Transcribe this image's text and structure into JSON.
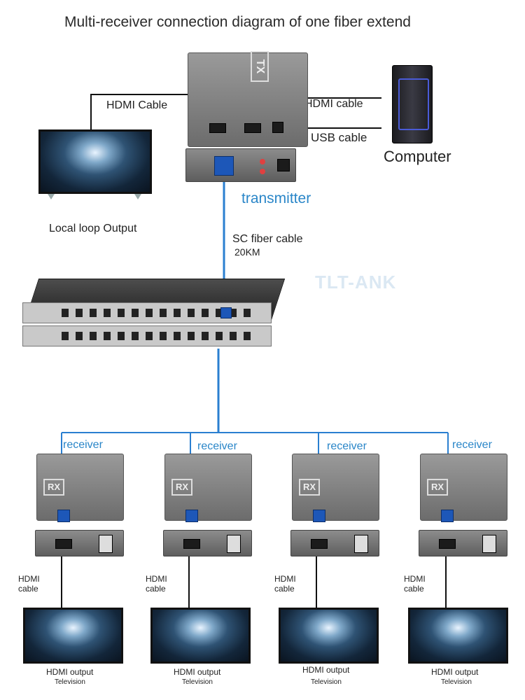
{
  "title": "Multi-receiver connection diagram of one fiber extend",
  "watermark": "TLT-ANK",
  "top": {
    "hdmi_cable_left": "HDMI Cable",
    "hdmi_cable_right": "HDMI cable",
    "usb_cable": "USB cable",
    "computer": "Computer",
    "transmitter": "transmitter",
    "local_loop": "Local loop Output",
    "fiber_cable": "SC fiber cable",
    "fiber_distance": "20KM",
    "tx_badge": "TX"
  },
  "receivers": [
    {
      "label": "receiver",
      "badge": "RX",
      "cable": "HDMI\ncable",
      "tv1": "HDMI output",
      "tv2": "Television"
    },
    {
      "label": "receiver",
      "badge": "RX",
      "cable": "HDMI\ncable",
      "tv1": "HDMI output",
      "tv2": "Television"
    },
    {
      "label": "receiver",
      "badge": "RX",
      "cable": "HDMI\ncable",
      "tv1": "HDMI output",
      "tv2": "Television"
    },
    {
      "label": "receiver",
      "badge": "RX",
      "cable": "HDMI\ncable",
      "tv1": "HDMI output",
      "tv2": "Television"
    }
  ],
  "colors": {
    "fiber": "#2a7fd0",
    "label_blue": "#2a86c8",
    "sc_connector": "#1d57b8"
  }
}
